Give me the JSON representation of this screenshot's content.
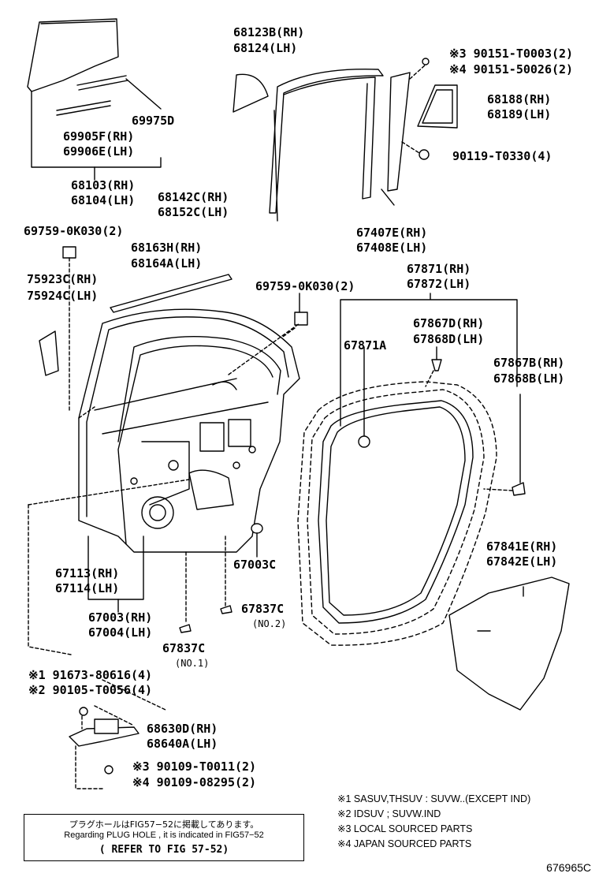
{
  "parts": {
    "glass": "69975D",
    "run_channel_rh": "69905F(RH)",
    "run_channel_lh": "69906E(LH)",
    "door_glass_rh": "68103(RH)",
    "door_glass_lh": "68104(LH)",
    "weatherstrip_upper_rh": "68123B(RH)",
    "weatherstrip_upper_lh": "68124(LH)",
    "run_rh": "68142C(RH)",
    "run_lh": "68152C(LH)",
    "screw1": "※3 90151-T0003(2)",
    "screw2": "※4 90151-50026(2)",
    "quarter_glass_rh": "68188(RH)",
    "quarter_glass_lh": "68189(LH)",
    "bolt_90119": "90119-T0330(4)",
    "channel_rh": "67407E(RH)",
    "channel_lh": "67408E(LH)",
    "clip_69759_a": "69759-0K030(2)",
    "belt_rh": "68163H(RH)",
    "belt_lh": "68164A(LH)",
    "garnish_rh": "75923C(RH)",
    "garnish_lh": "75924C(LH)",
    "clip_69759_b": "69759-0K030(2)",
    "seal_rh": "67871(RH)",
    "seal_lh": "67872(LH)",
    "seal_a": "67871A",
    "seal_clip_d_rh": "67867D(RH)",
    "seal_clip_d_lh": "67868D(LH)",
    "seal_clip_b_rh": "67867B(RH)",
    "seal_clip_b_lh": "67868B(LH)",
    "hole_cover_rh": "67841E(RH)",
    "hole_cover_lh": "67842E(LH)",
    "panel_rh": "67113(RH)",
    "panel_lh": "67114(LH)",
    "plug_67003c": "67003C",
    "door_rh": "67003(RH)",
    "door_lh": "67004(LH)",
    "plug_no2": "67837C",
    "plug_no2_note": "(NO.2)",
    "plug_no1": "67837C",
    "plug_no1_note": "(NO.1)",
    "hinge_bolt1": "※1 91673-80616(4)",
    "hinge_bolt2": "※2 90105-T0056(4)",
    "hinge_rh": "68630D(RH)",
    "hinge_lh": "68640A(LH)",
    "hinge_screw1": "※3 90109-T0011(2)",
    "hinge_screw2": "※4 90109-08295(2)"
  },
  "legend": [
    "※1 SASUV,THSUV : SUVW..(EXCEPT IND)",
    "※2 IDSUV ; SUVW.IND",
    "※3 LOCAL SOURCED PARTS",
    "※4 JAPAN SOURCED PARTS"
  ],
  "plug_note": {
    "jp": "プラグホールはFIG57−52に掲載してあります。",
    "en": "Regarding PLUG HOLE , it is indicated in FIG57−52",
    "ref": "( REFER TO FIG 57-52)"
  },
  "figure_no": "676965C"
}
